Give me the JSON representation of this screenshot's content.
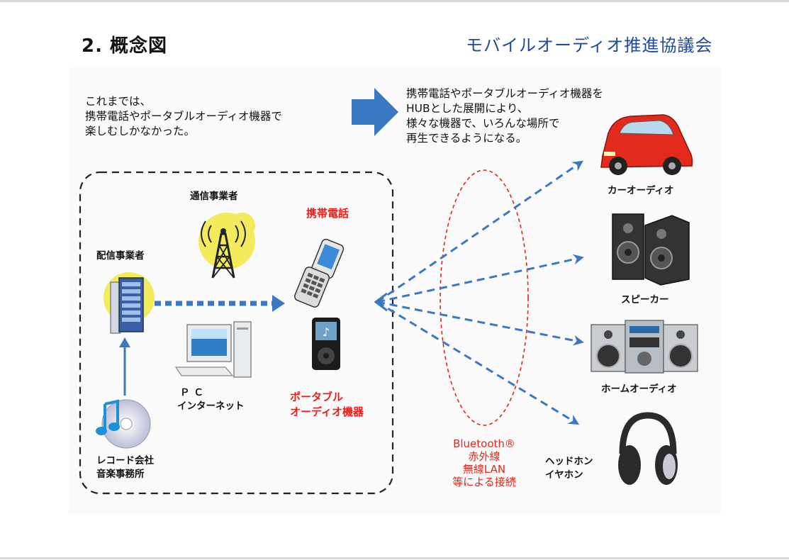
{
  "slide": {
    "title": "2. 概念図",
    "organization": "モバイルオーディオ推進協議会"
  },
  "intro": {
    "before_lines": [
      "これまでは、",
      "携帯電話やポータブルオーディオ機器で",
      "楽しむしかなかった。"
    ],
    "after_lines": [
      "携帯電話やポータブルオーディオ機器を",
      "HUBとした展開により、",
      "様々な機器で、いろんな場所で",
      "再生できるようになる。"
    ]
  },
  "sources": {
    "carrier": "通信事業者",
    "distributor": "配信事業者",
    "pc_lines": [
      "ＰＣ",
      "インターネット"
    ],
    "record_lines": [
      "レコード会社",
      "音楽事務所"
    ]
  },
  "hub": {
    "phone": "携帯電話",
    "portable_lines": [
      "ポータブル",
      "オーディオ機器"
    ]
  },
  "wireless": {
    "lines": [
      "Bluetooth®",
      "赤外線",
      "無線LAN",
      "等による接続"
    ]
  },
  "devices": {
    "car_audio": "カーオーディオ",
    "speaker": "スピーカー",
    "home_audio": "ホームオーディオ",
    "headphone_lines": [
      "ヘッドホン",
      "イヤホン"
    ]
  },
  "colors": {
    "arrow_blue": "#3a78c2",
    "title_blue": "#1f4aa0",
    "accent_red": "#e8201a",
    "signal_yellow": "#f3ea5c"
  }
}
